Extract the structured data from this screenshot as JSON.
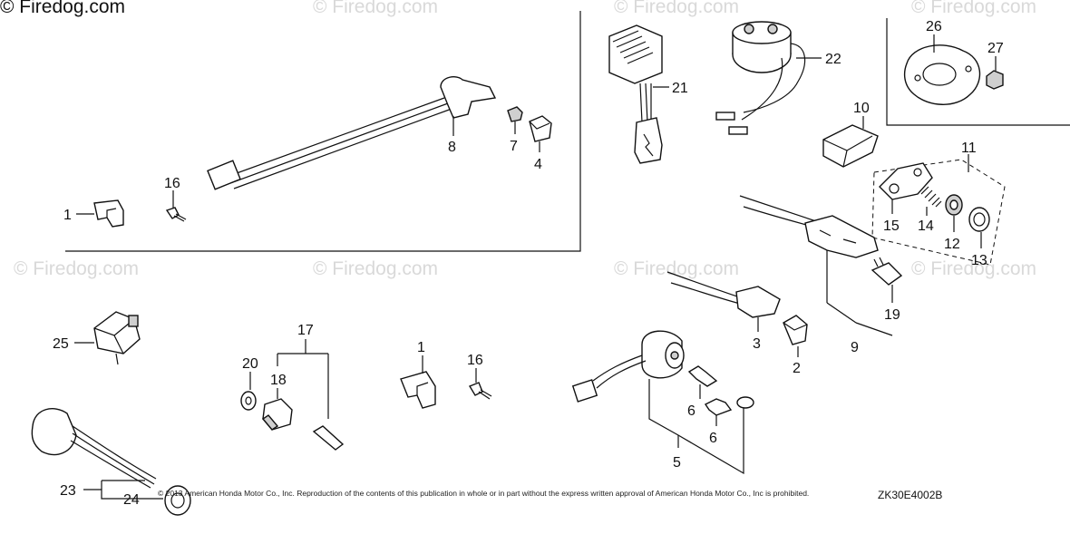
{
  "watermark": {
    "primary": "© Firedog.com",
    "repeat": "© Firedog.com"
  },
  "copyright_notice": "© 2013 American Honda Motor Co., Inc. Reproduction of the contents of this publication in whole or in part without the express written approval of American Honda Motor Co., Inc is prohibited.",
  "diagram_code": "ZK30E4002B",
  "callouts": {
    "p1a": "1",
    "p1b": "1",
    "p2": "2",
    "p3": "3",
    "p4": "4",
    "p5": "5",
    "p6a": "6",
    "p6b": "6",
    "p7": "7",
    "p8": "8",
    "p9": "9",
    "p10": "10",
    "p11": "11",
    "p12": "12",
    "p13": "13",
    "p14": "14",
    "p15": "15",
    "p16a": "16",
    "p16b": "16",
    "p17": "17",
    "p18": "18",
    "p19": "19",
    "p20": "20",
    "p21": "21",
    "p22": "22",
    "p23": "23",
    "p24": "24",
    "p25": "25",
    "p26": "26",
    "p27": "27"
  }
}
